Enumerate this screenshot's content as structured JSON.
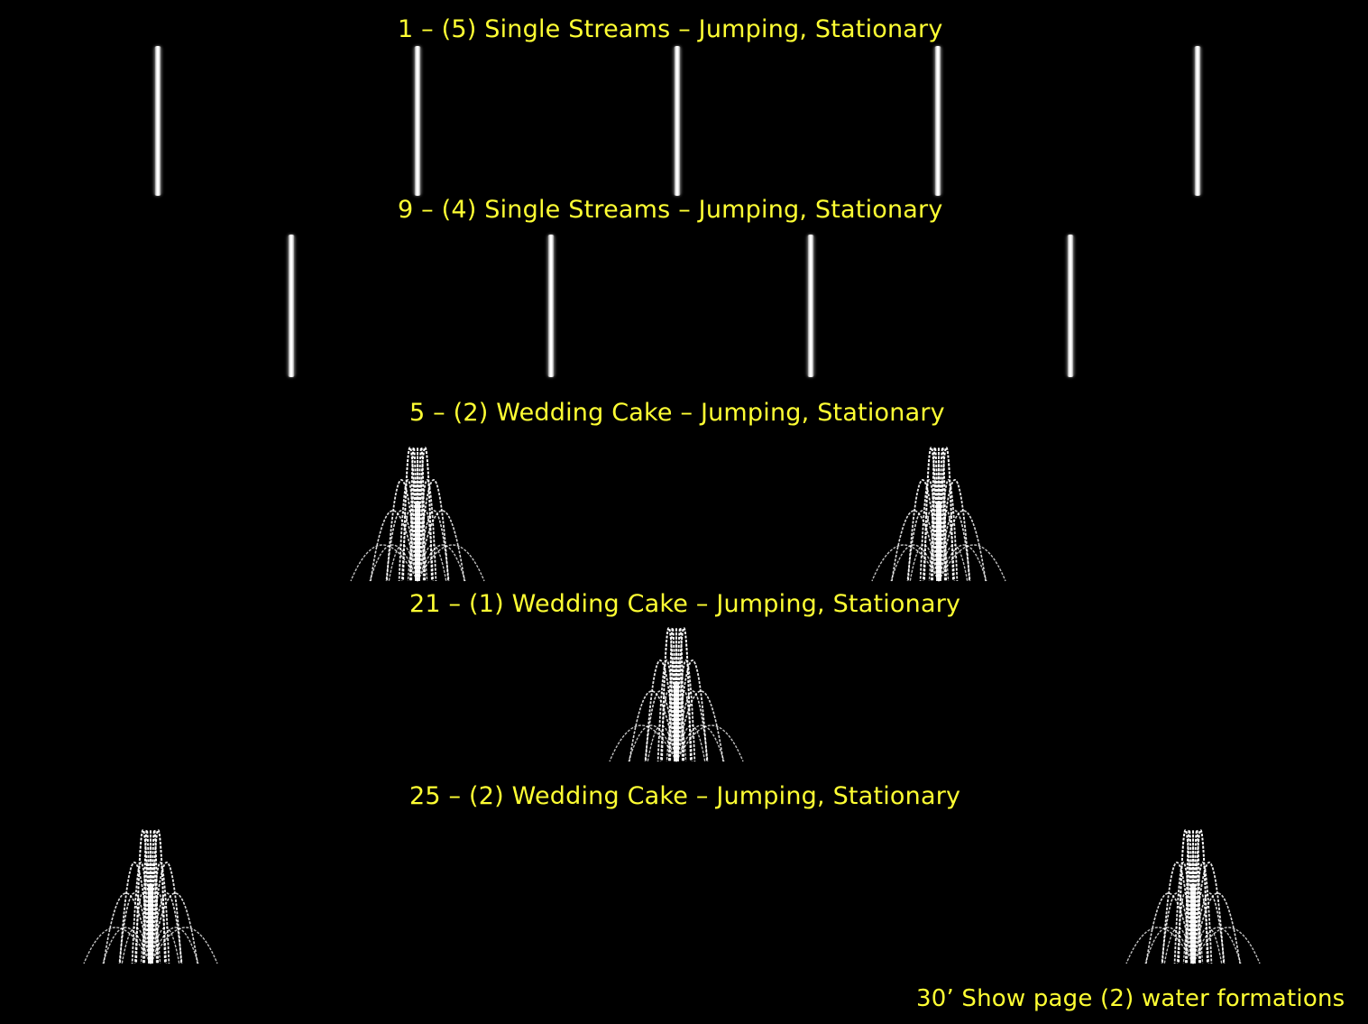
{
  "captions": {
    "row1": "1 – (5) Single Streams – Jumping, Stationary",
    "row2": "9 – (4) Single Streams – Jumping, Stationary",
    "row3": "5 – (2) Wedding Cake – Jumping, Stationary",
    "row4": "21 – (1) Wedding Cake – Jumping, Stationary",
    "row5": "25 – (2) Wedding Cake – Jumping, Stationary",
    "footer": "30’ Show page (2) water formations"
  },
  "colors": {
    "background": "#000000",
    "caption_text": "#ffff33",
    "water": "#ffffff"
  },
  "formations": {
    "row1": {
      "type": "single-stream",
      "count": 5
    },
    "row2": {
      "type": "single-stream",
      "count": 4
    },
    "row3": {
      "type": "wedding-cake",
      "count": 2
    },
    "row4": {
      "type": "wedding-cake",
      "count": 1
    },
    "row5": {
      "type": "wedding-cake",
      "count": 2
    }
  }
}
